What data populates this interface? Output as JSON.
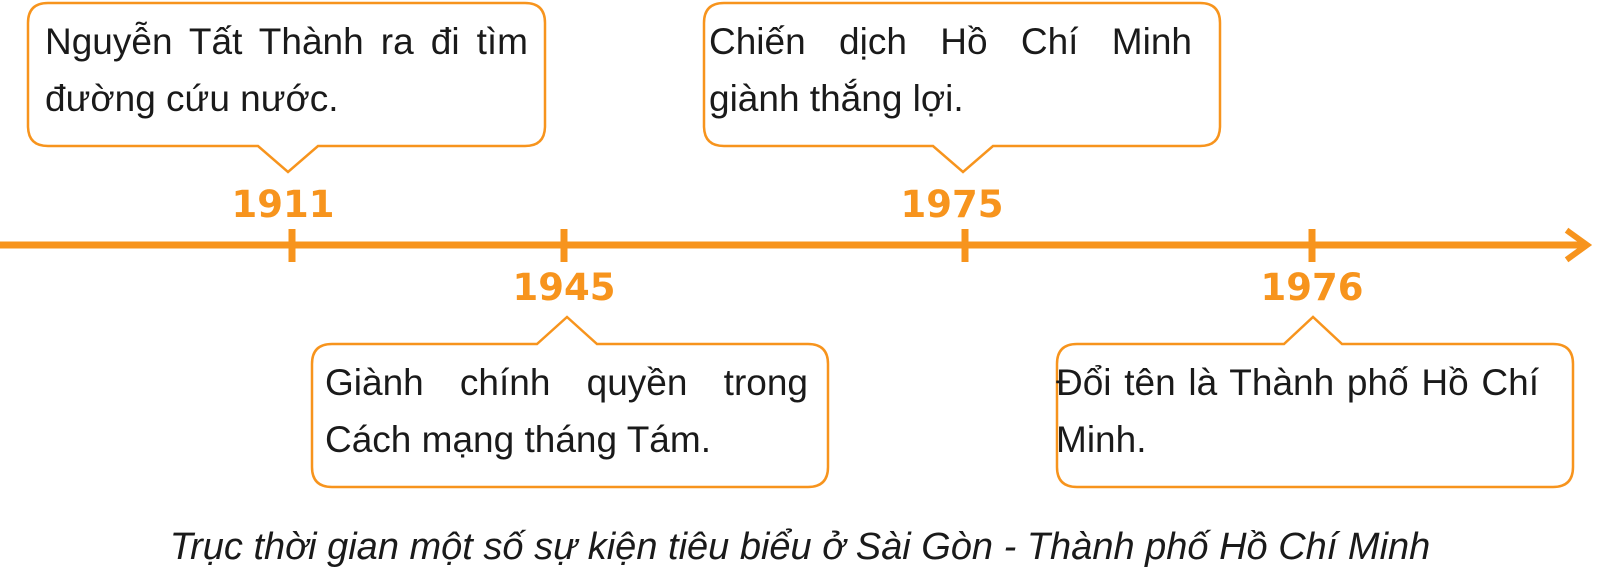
{
  "colors": {
    "accent": "#f7941d",
    "text": "#1a1a1a",
    "background": "#ffffff"
  },
  "events": [
    {
      "year": "1911",
      "text": "Nguyễn Tất Thành ra đi tìm đường cứu nước."
    },
    {
      "year": "1945",
      "text": "Giành chính quyền trong Cách mạng tháng Tám."
    },
    {
      "year": "1975",
      "text": "Chiến dịch Hồ Chí Minh giành thắng lợi."
    },
    {
      "year": "1976",
      "text": "Đổi tên là Thành phố Hồ Chí Minh."
    }
  ],
  "caption": "Trục thời gian một số sự kiện tiêu biểu ở Sài Gòn - Thành phố Hồ Chí Minh"
}
